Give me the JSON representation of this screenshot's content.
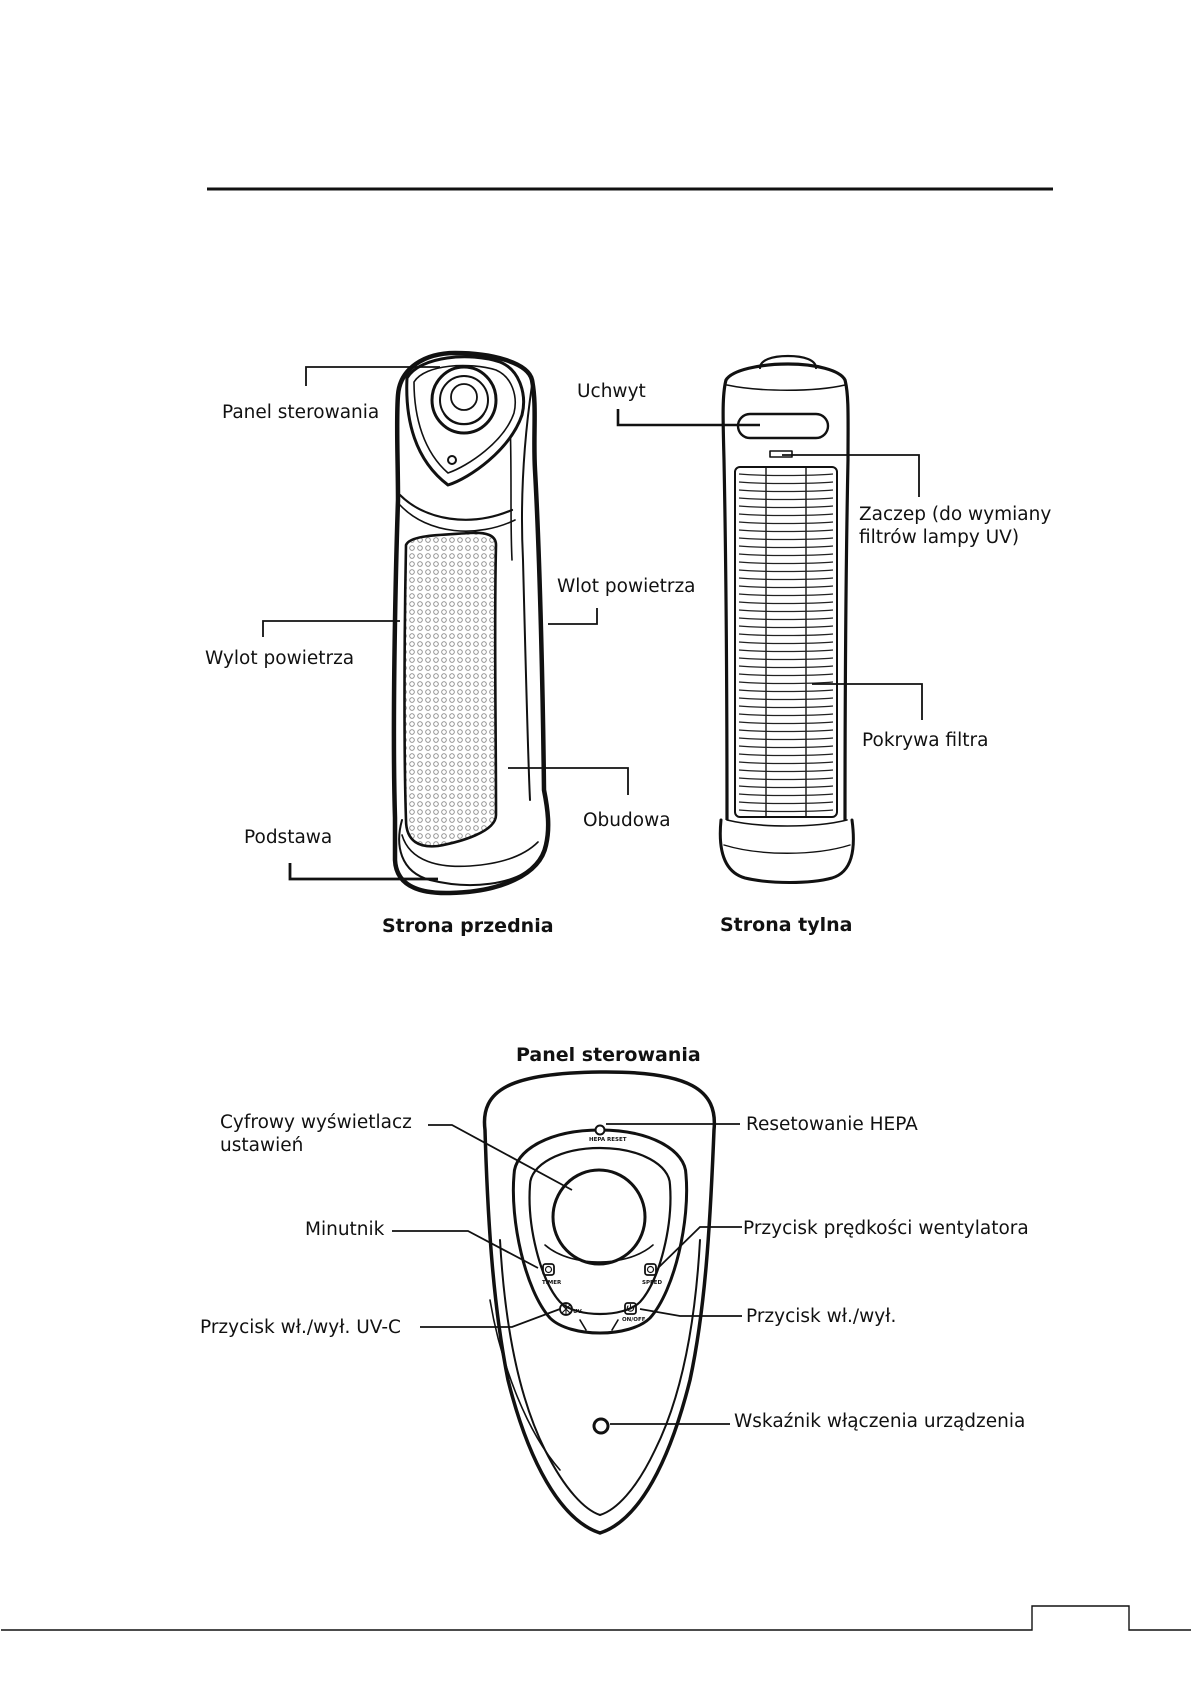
{
  "front_view": {
    "caption": "Strona przednia",
    "labels": {
      "control_panel": "Panel sterowania",
      "air_outlet": "Wylot powietrza",
      "air_inlet": "Wlot powietrza",
      "housing": "Obudowa",
      "base": "Podstawa"
    }
  },
  "back_view": {
    "caption": "Strona tylna",
    "labels": {
      "handle": "Uchwyt",
      "latch_line1": "Zaczep (do wymiany",
      "latch_line2": "filtrów lampy UV)",
      "filter_cover": "Pokrywa filtra"
    }
  },
  "panel_view": {
    "caption": "Panel sterowania",
    "labels": {
      "display_line1": "Cyfrowy wyświetlacz",
      "display_line2": "ustawień",
      "timer": "Minutnik",
      "uvc_button": "Przycisk wł./wył. UV-C",
      "hepa_reset": "Resetowanie HEPA",
      "fan_speed": "Przycisk prędkości wentylatora",
      "power_button": "Przycisk wł./wył.",
      "power_indicator": "Wskaźnik włączenia urządzenia"
    },
    "button_texts": {
      "hepa_reset": "HEPA RESET",
      "timer": "TIMER",
      "speed": "SPEED",
      "uv": "UV",
      "on_off": "ON/OFF"
    }
  }
}
